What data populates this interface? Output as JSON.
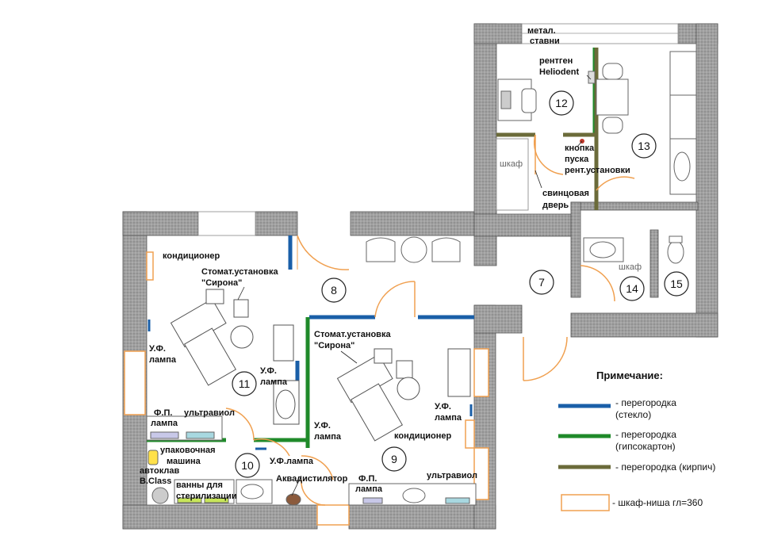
{
  "rooms": [
    "12",
    "13",
    "8",
    "7",
    "14",
    "15",
    "11",
    "9",
    "10"
  ],
  "labels": {
    "shutters_1": "метал.",
    "shutters_2": "ставни",
    "xray_1": "рентген",
    "xray_2": "Heliodent",
    "button_1": "кнопка",
    "button_2": "пуска",
    "button_3": "рент.установки",
    "cabinet": "шкаф",
    "lead_door_1": "свинцовая",
    "lead_door_2": "дверь",
    "ac_left": "кондиционер",
    "dental_left_1": "Стомат.установка",
    "dental_left_2": "\"Сирона\"",
    "uv_left_1": "У.Ф.",
    "uv_left_2": "лампа",
    "uv_mid_1": "У.Ф.",
    "uv_mid_2": "лампа",
    "dental_right_1": "Стомат.установка",
    "dental_right_2": "\"Сирона\"",
    "uv_r9_1": "У.Ф.",
    "uv_r9_2": "лампа",
    "uv_part_1": "У.Ф.",
    "uv_part_2": "лампа",
    "fp_left_1": "Ф.П.",
    "fp_left_2": "лампа",
    "ultraviolet_left": "ультравиол",
    "packing_1": "упаковочная",
    "packing_2": "машина",
    "autoclave_1": "автоклав",
    "autoclave_2": "B.Class",
    "baths_1": "ванны для",
    "baths_2": "стерилизации",
    "uv_lamp_10": "У.Ф.лампа",
    "distiller": "Аквадистилятор",
    "fp_9_1": "Ф.П.",
    "fp_9_2": "лампа",
    "ultraviolet_9": "ультравиол",
    "ac_9": "кондиционер",
    "cabinet_14": "шкаф"
  },
  "legend": {
    "title": "Примечание:",
    "items": [
      {
        "color": "#1a5fa8",
        "text_1": "- перегородка",
        "text_2": "(стекло)"
      },
      {
        "color": "#1f8a2a",
        "text_1": "- перегородка",
        "text_2": "(гипсокартон)"
      },
      {
        "color": "#6b6b3a",
        "text_1": "- перегородка (кирпич)",
        "text_2": ""
      },
      {
        "color": "#f0a050",
        "text_1": "- шкаф-ниша гл=360",
        "text_2": ""
      }
    ]
  },
  "colors": {
    "wall": "#9a9a9a",
    "glass": "#1a5fa8",
    "drywall": "#1f8a2a",
    "brick": "#6b6b3a",
    "niche": "#f0a050",
    "door": "#f0a050"
  }
}
